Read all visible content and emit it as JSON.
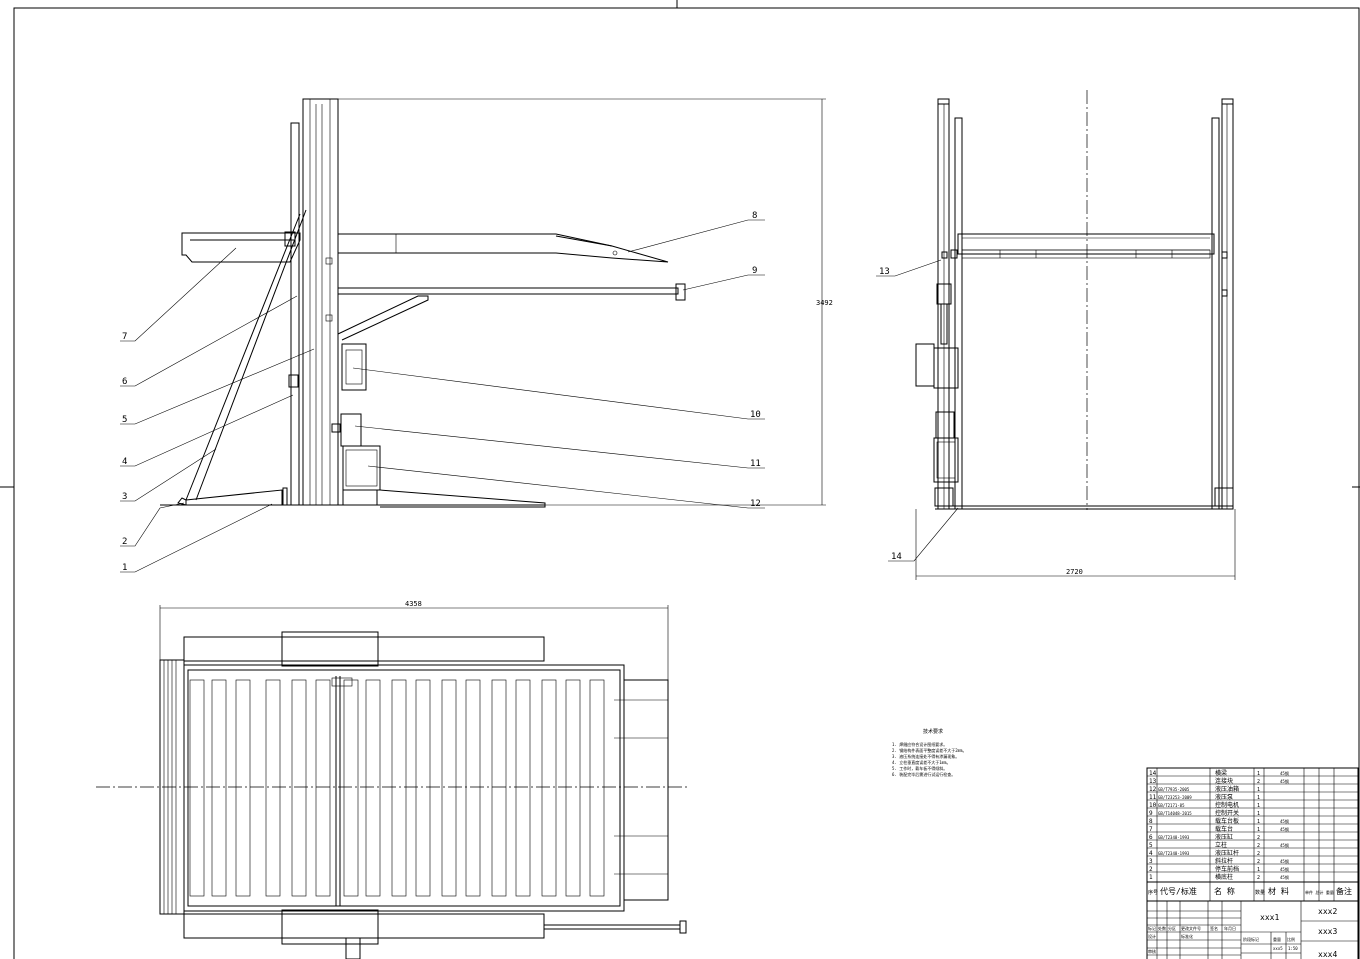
{
  "side_view": {
    "callouts": [
      {
        "id": "1",
        "label": "1"
      },
      {
        "id": "2",
        "label": "2"
      },
      {
        "id": "3",
        "label": "3"
      },
      {
        "id": "4",
        "label": "4"
      },
      {
        "id": "5",
        "label": "5"
      },
      {
        "id": "6",
        "label": "6"
      },
      {
        "id": "7",
        "label": "7"
      },
      {
        "id": "8",
        "label": "8"
      },
      {
        "id": "9",
        "label": "9"
      },
      {
        "id": "10",
        "label": "10"
      },
      {
        "id": "11",
        "label": "11"
      },
      {
        "id": "12",
        "label": "12"
      }
    ],
    "height_dimension": "3492"
  },
  "front_view": {
    "callouts": [
      {
        "id": "13",
        "label": "13"
      },
      {
        "id": "14",
        "label": "14"
      }
    ],
    "width_dimension": "2720"
  },
  "top_view": {
    "length_dimension": "4358"
  },
  "tech_notes": {
    "title": "技术要求",
    "items": [
      "1. 焊缝应符合设计图纸要求。",
      "2. 钢结构件表面平整度误差不大于2mm。",
      "3. 液压系统连接处不得有渗漏现象。",
      "4. 立柱垂直度误差不大于1mm。",
      "5. 工作时，载车板不得倾斜。",
      "6. 装配完毕后需进行试运行检查。"
    ]
  },
  "bom": {
    "rows": [
      {
        "no": "14",
        "code": "",
        "name": "横梁",
        "qty": "1",
        "material": "45钢"
      },
      {
        "no": "13",
        "code": "",
        "name": "连接块",
        "qty": "2",
        "material": "45钢"
      },
      {
        "no": "12",
        "code": "GB/T7935-2005",
        "name": "液压油箱",
        "qty": "1",
        "material": ""
      },
      {
        "no": "11",
        "code": "GB/T23253-2009",
        "name": "液压泵",
        "qty": "1",
        "material": ""
      },
      {
        "no": "10",
        "code": "GB/T2171-85",
        "name": "控制电机",
        "qty": "1",
        "material": ""
      },
      {
        "no": "9",
        "code": "GB/T14048-2015",
        "name": "控制开关",
        "qty": "1",
        "material": ""
      },
      {
        "no": "8",
        "code": "",
        "name": "载车台板",
        "qty": "1",
        "material": "45钢"
      },
      {
        "no": "7",
        "code": "",
        "name": "载车台",
        "qty": "1",
        "material": "45钢"
      },
      {
        "no": "6",
        "code": "GB/T2348-1993",
        "name": "液压缸",
        "qty": "2",
        "material": ""
      },
      {
        "no": "5",
        "code": "",
        "name": "立柱",
        "qty": "2",
        "material": "45钢"
      },
      {
        "no": "4",
        "code": "GB/T2348-1993",
        "name": "液压缸杆",
        "qty": "2",
        "material": ""
      },
      {
        "no": "3",
        "code": "",
        "name": "斜拉杆",
        "qty": "2",
        "material": "45钢"
      },
      {
        "no": "2",
        "code": "",
        "name": "停车前档",
        "qty": "1",
        "material": "45钢"
      },
      {
        "no": "1",
        "code": "",
        "name": "横底柱",
        "qty": "2",
        "material": "45钢"
      }
    ],
    "header": {
      "no": "序号",
      "code": "代号/标准",
      "name": "名  称",
      "qty": "数量",
      "material": "材  料",
      "weight": "单件 总计 重量",
      "remark": "备注"
    }
  },
  "title_block": {
    "name_cell": "xxx1",
    "cell_2": "xxx2",
    "cell_3": "xxx3",
    "cell_4": "xxx4",
    "scale": "1:50",
    "small_cell": "xxx5",
    "labels": {
      "mark": "标记",
      "count": "处数",
      "zone": "分区",
      "doc": "更改文件号",
      "sign": "签名",
      "date": "年月日",
      "design": "设计",
      "std": "标准化",
      "stage": "阶段标记",
      "weight": "重量",
      "ratio": "比例",
      "check": "审核"
    }
  }
}
